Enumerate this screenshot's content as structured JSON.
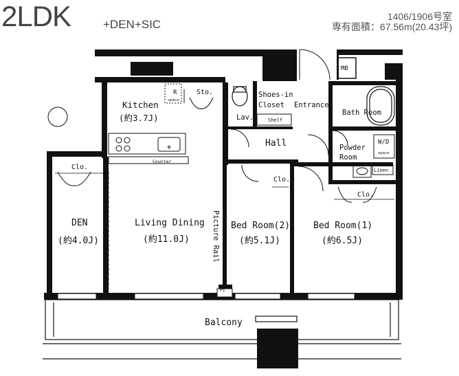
{
  "header": {
    "layout_type": "2LDK",
    "layout_extra": "+DEN+SIC",
    "unit_number": "1406/1906号室",
    "area": "専有面積：67.56m(20.43坪)"
  },
  "rooms": {
    "kitchen": "Kitchen",
    "kitchen_size": "(約3.7J)",
    "living": "Living Dining",
    "living_size": "(約11.0J)",
    "den": "DEN",
    "den_size": "(約4.0J)",
    "bed2": "Bed Room(2)",
    "bed2_size": "(約5.1J)",
    "bed1": "Bed Room(1)",
    "bed1_size": "(約6.5J)",
    "hall": "Hall",
    "balcony": "Balcony",
    "bath": "Bath Room",
    "powder": "Powder",
    "powder2": "Room",
    "lav": "Lav.",
    "shoes1": "Shoes-in",
    "shoes2": "Closet",
    "shelf": "Shelf",
    "entrance": "Entrance",
    "mb": "MB",
    "sto": "Sto.",
    "r_space1": "R",
    "r_space2": "space",
    "wd1": "W/D",
    "wd2": "space",
    "linen": "Linen",
    "counter": "Counter",
    "clo_den": "Clo.",
    "clo_bed2": "Clo.",
    "clo_bed1": "Clo.",
    "picture_rail": "Picture Rail",
    "ps": "PS"
  }
}
